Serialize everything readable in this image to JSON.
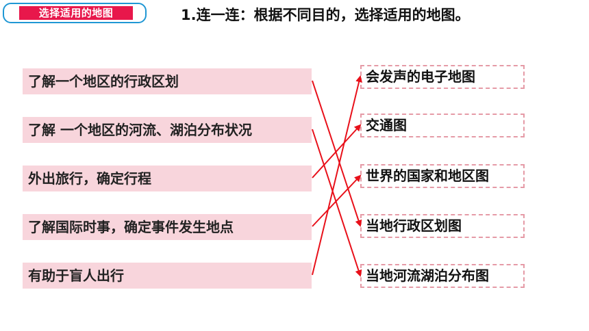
{
  "tag": {
    "label": "选择适用的地图"
  },
  "title": "1.连一连：根据不同目的，选择适用的地图。",
  "left_items": [
    "了解一个地区的行政区划",
    "了解 一个地区的河流、湖泊分布状况",
    "外出旅行，确定行程",
    "了解国际时事，确定事件发生地点",
    "有助于盲人出行"
  ],
  "right_items": [
    "会发声的电子地图",
    "交通图",
    "世界的国家和地区图",
    "当地行政区划图",
    "当地河流湖泊分布图"
  ],
  "connections": [
    {
      "from": 0,
      "to": 3
    },
    {
      "from": 1,
      "to": 4
    },
    {
      "from": 2,
      "to": 1
    },
    {
      "from": 3,
      "to": 2
    },
    {
      "from": 4,
      "to": 0
    }
  ],
  "colors": {
    "accent_red": "#e8174b",
    "border_blue": "#1f97d4",
    "left_fill": "#f8d5dc",
    "right_dash": "#e59aa6",
    "line_red": "#e8101a"
  }
}
